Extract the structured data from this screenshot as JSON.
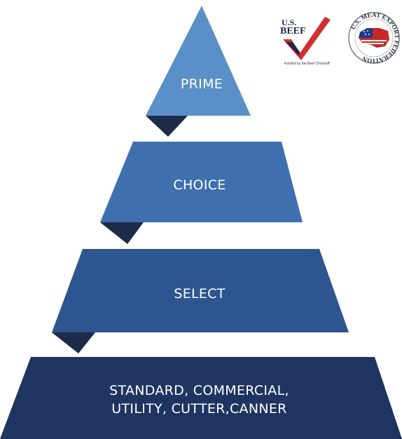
{
  "pyramid": {
    "tiers": [
      {
        "label_lines": [
          "PRIME"
        ],
        "fill": "#5b8fc7",
        "shadow": "#1c2b4a"
      },
      {
        "label_lines": [
          "CHOICE"
        ],
        "fill": "#3f6fae",
        "shadow": "#1c2b4a"
      },
      {
        "label_lines": [
          "SELECT"
        ],
        "fill": "#2d558f",
        "shadow": "#1c2b4a"
      },
      {
        "label_lines": [
          "STANDARD, COMMERCIAL,",
          "UTILITY, CUTTER,CANNER"
        ],
        "fill": "#1f3561",
        "shadow": "#1c2b4a"
      }
    ]
  },
  "logos": {
    "usbeef": {
      "line1": "U.S.",
      "line2": "BEEF",
      "tagline": "Funded by the Beef Checkoff",
      "accent": "#d32f2f",
      "icon": "checkmark-icon"
    },
    "usmef": {
      "text": "U.S. MEAT EXPORT FEDERATION",
      "icon": "us-flag-map-icon",
      "accent": "#c62828",
      "blue": "#1f3a8a"
    }
  },
  "colors": {
    "background": "#ffffff",
    "label_text": "#ffffff"
  }
}
